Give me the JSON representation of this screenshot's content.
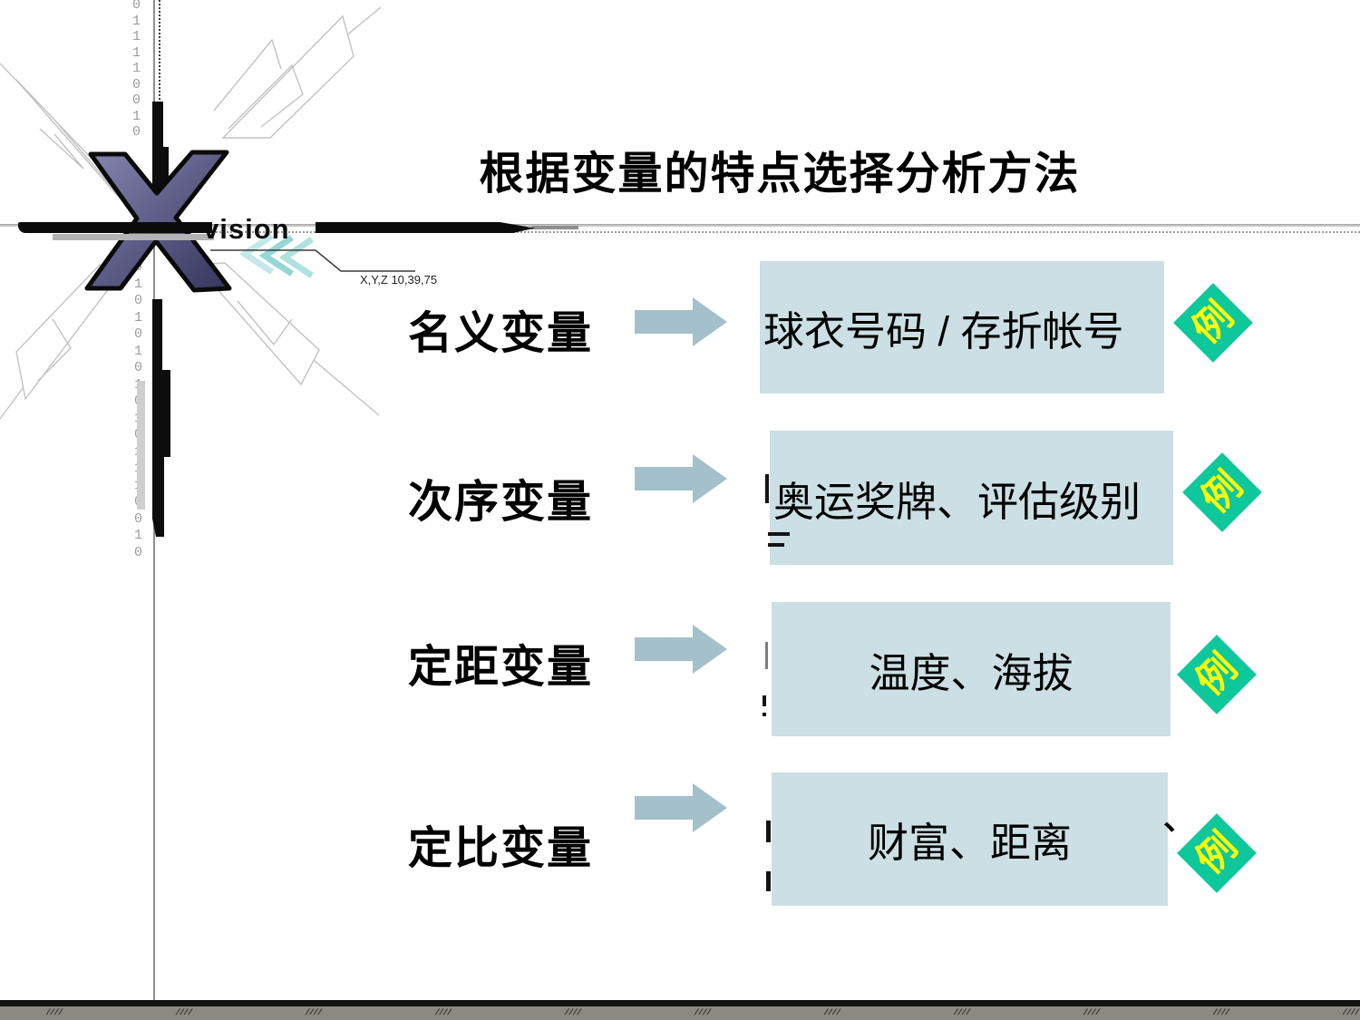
{
  "title": "根据变量的特点选择分析方法",
  "logo": {
    "brand": "vision",
    "coords_label": "X,Y,Z 10,39,75",
    "binary_top": "011110010",
    "binary_bottom": "010101010101110010"
  },
  "rows": [
    {
      "label": "名义变量",
      "example": "球衣号码 / 存折帐号",
      "badge": "例"
    },
    {
      "label": "次序变量",
      "example": "奥运奖牌、评估级别",
      "badge": "例"
    },
    {
      "label": "定距变量",
      "example": "温度、海拔",
      "badge": "例"
    },
    {
      "label": "定比变量",
      "example": "财富、距离",
      "badge": "例"
    }
  ],
  "fragments": {
    "row4_punct": "、"
  },
  "footer": {
    "tick_group": "////",
    "tick_count": 11
  },
  "colors": {
    "example_box": "#cbdfe4",
    "arrow": "#a3c0cb",
    "badge_diamond": "#0ec79b",
    "badge_text": "#ffff00",
    "footer_bar": "#8a8a83",
    "x_logo": "#4a4a78"
  }
}
